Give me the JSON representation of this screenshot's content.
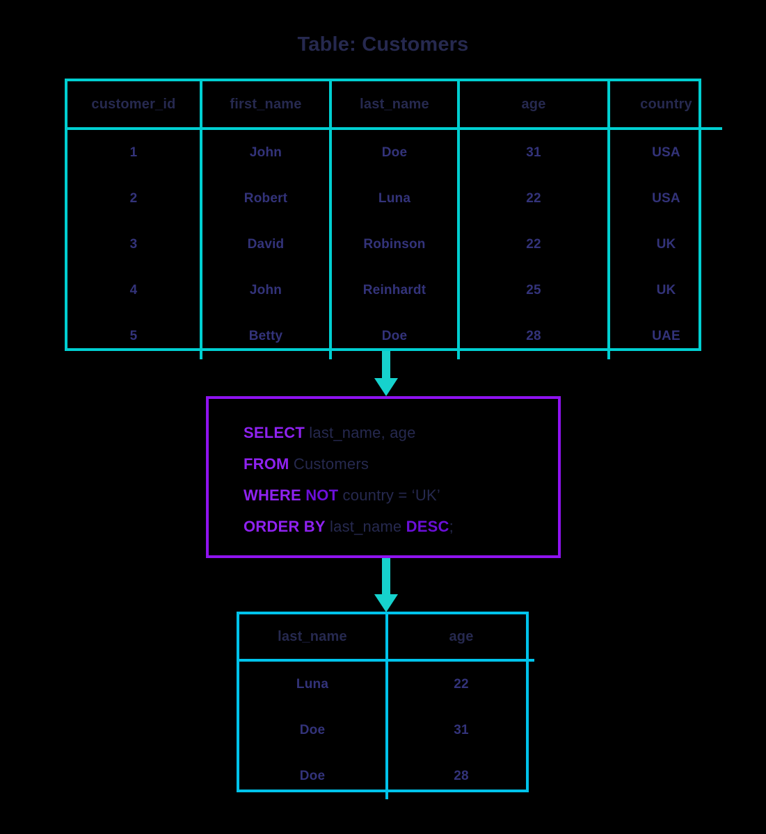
{
  "title": "Table: Customers",
  "colors": {
    "background": "#000000",
    "table_border": "#00cfd1",
    "result_table_border": "#00c3eb",
    "arrow": "#16d2cd",
    "query_box_border": "#8f13f0",
    "keyword": "#8f22f0",
    "keyword_strong": "#6b0fd8",
    "header_text": "#26294f",
    "cell_text": "#33337a"
  },
  "source_table": {
    "name": "Customers",
    "columns": [
      "customer_id",
      "first_name",
      "last_name",
      "age",
      "country"
    ],
    "rows": [
      [
        "1",
        "John",
        "Doe",
        "31",
        "USA"
      ],
      [
        "2",
        "Robert",
        "Luna",
        "22",
        "USA"
      ],
      [
        "3",
        "David",
        "Robinson",
        "22",
        "UK"
      ],
      [
        "4",
        "John",
        "Reinhardt",
        "25",
        "UK"
      ],
      [
        "5",
        "Betty",
        "Doe",
        "28",
        "UAE"
      ]
    ]
  },
  "query": {
    "lines": [
      [
        {
          "text": "SELECT",
          "type": "keyword"
        },
        {
          "text": " last_name, age",
          "type": "ident"
        }
      ],
      [
        {
          "text": "FROM",
          "type": "keyword"
        },
        {
          "text": " Customers",
          "type": "ident"
        }
      ],
      [
        {
          "text": "WHERE",
          "type": "keyword"
        },
        {
          "text": " ",
          "type": "ident"
        },
        {
          "text": "NOT",
          "type": "keyword_strong"
        },
        {
          "text": " country = ‘UK’",
          "type": "ident"
        }
      ],
      [
        {
          "text": "ORDER BY",
          "type": "keyword"
        },
        {
          "text": " last_name ",
          "type": "ident"
        },
        {
          "text": "DESC",
          "type": "keyword_strong"
        },
        {
          "text": ";",
          "type": "ident"
        }
      ]
    ],
    "plain_text": "SELECT last_name, age\nFROM Customers\nWHERE NOT country = ‘UK’\nORDER BY last_name DESC;"
  },
  "result_table": {
    "columns": [
      "last_name",
      "age"
    ],
    "rows": [
      [
        "Luna",
        "22"
      ],
      [
        "Doe",
        "31"
      ],
      [
        "Doe",
        "28"
      ]
    ]
  },
  "arrows": [
    {
      "name": "table-to-query",
      "direction": "down"
    },
    {
      "name": "query-to-result",
      "direction": "down"
    }
  ]
}
